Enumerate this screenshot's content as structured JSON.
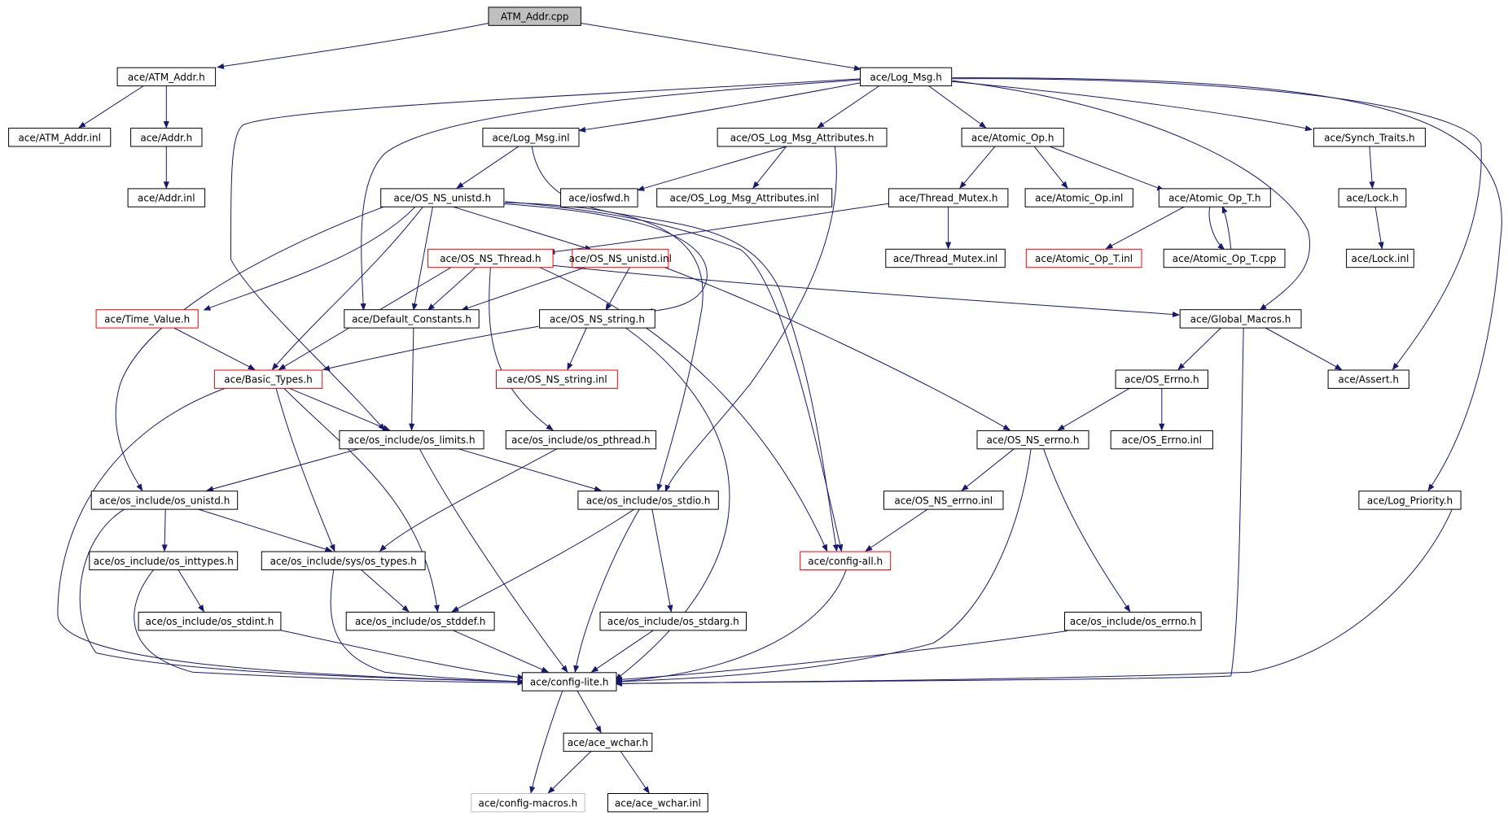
{
  "diagram": {
    "colors": {
      "edge": "#191970",
      "root_fill": "#bfbfbf",
      "border": "#000000",
      "truncated_border": "#ff0000",
      "external_border": "#bfbfbf"
    },
    "nodes": {
      "atm_addr_cpp": "ATM_Addr.cpp",
      "atm_addr_h": "ace/ATM_Addr.h",
      "log_msg_h": "ace/Log_Msg.h",
      "atm_addr_inl": "ace/ATM_Addr.inl",
      "addr_h": "ace/Addr.h",
      "addr_inl": "ace/Addr.inl",
      "log_msg_inl": "ace/Log_Msg.inl",
      "os_log_msg_attributes_h": "ace/OS_Log_Msg_Attributes.h",
      "atomic_op_h": "ace/Atomic_Op.h",
      "synch_traits_h": "ace/Synch_Traits.h",
      "os_ns_unistd_h": "ace/OS_NS_unistd.h",
      "iosfwd_h": "ace/iosfwd.h",
      "os_log_msg_attributes_inl": "ace/OS_Log_Msg_Attributes.inl",
      "thread_mutex_h": "ace/Thread_Mutex.h",
      "atomic_op_inl": "ace/Atomic_Op.inl",
      "atomic_op_t_h": "ace/Atomic_Op_T.h",
      "lock_h": "ace/Lock.h",
      "os_ns_thread_h": "ace/OS_NS_Thread.h",
      "os_ns_unistd_inl": "ace/OS_NS_unistd.inl",
      "thread_mutex_inl": "ace/Thread_Mutex.inl",
      "atomic_op_t_inl": "ace/Atomic_Op_T.inl",
      "atomic_op_t_cpp": "ace/Atomic_Op_T.cpp",
      "lock_inl": "ace/Lock.inl",
      "time_value_h": "ace/Time_Value.h",
      "default_constants_h": "ace/Default_Constants.h",
      "os_ns_string_h": "ace/OS_NS_string.h",
      "global_macros_h": "ace/Global_Macros.h",
      "basic_types_h": "ace/Basic_Types.h",
      "os_ns_string_inl": "ace/OS_NS_string.inl",
      "os_errno_h": "ace/OS_Errno.h",
      "assert_h": "ace/Assert.h",
      "os_limits_h": "ace/os_include/os_limits.h",
      "os_pthread_h": "ace/os_include/os_pthread.h",
      "os_ns_errno_h": "ace/OS_NS_errno.h",
      "os_errno_inl": "ace/OS_Errno.inl",
      "os_unistd_h": "ace/os_include/os_unistd.h",
      "os_stdio_h": "ace/os_include/os_stdio.h",
      "os_ns_errno_inl": "ace/OS_NS_errno.inl",
      "log_priority_h": "ace/Log_Priority.h",
      "os_inttypes_h": "ace/os_include/os_inttypes.h",
      "os_types_h": "ace/os_include/sys/os_types.h",
      "config_all_h": "ace/config-all.h",
      "os_stdint_h": "ace/os_include/os_stdint.h",
      "os_stddef_h": "ace/os_include/os_stddef.h",
      "os_stdarg_h": "ace/os_include/os_stdarg.h",
      "os_errno_os_h": "ace/os_include/os_errno.h",
      "config_lite_h": "ace/config-lite.h",
      "ace_wchar_h": "ace/ace_wchar.h",
      "config_macros_h": "ace/config-macros.h",
      "ace_wchar_inl": "ace/ace_wchar.inl"
    }
  }
}
